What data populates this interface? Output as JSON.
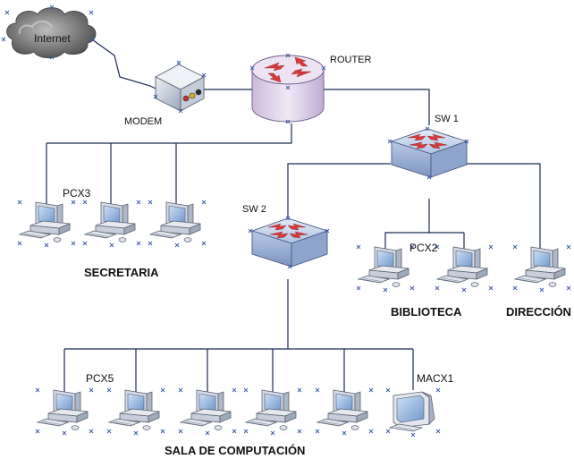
{
  "labels": {
    "internet": "Internet",
    "router": "ROUTER",
    "modem": "MODEM",
    "sw1": "SW 1",
    "sw2": "SW 2",
    "pcx3": "PCX3",
    "pcx2": "PCX2",
    "pcx5": "PCX5",
    "macx1": "MACX1",
    "secretaria": "SECRETARIA",
    "biblioteca": "BIBLIOTECA",
    "direccion": "DIRECCIÓN",
    "sala": "SALA DE COMPUTACIÓN"
  },
  "colors": {
    "wire": "#1a2a55",
    "router_body": "#e2d6ec",
    "router_arrows": "#d9383a",
    "switch_body": "#c3d2ea",
    "switch_arrows": "#d9383a",
    "cloud": "#6f6f6f",
    "pc_body": "#dfe3ea",
    "pc_screen": "#8fb3dd"
  },
  "icons": [
    "cloud-icon",
    "modem-icon",
    "router-icon",
    "switch-icon",
    "pc-icon",
    "mac-icon"
  ]
}
